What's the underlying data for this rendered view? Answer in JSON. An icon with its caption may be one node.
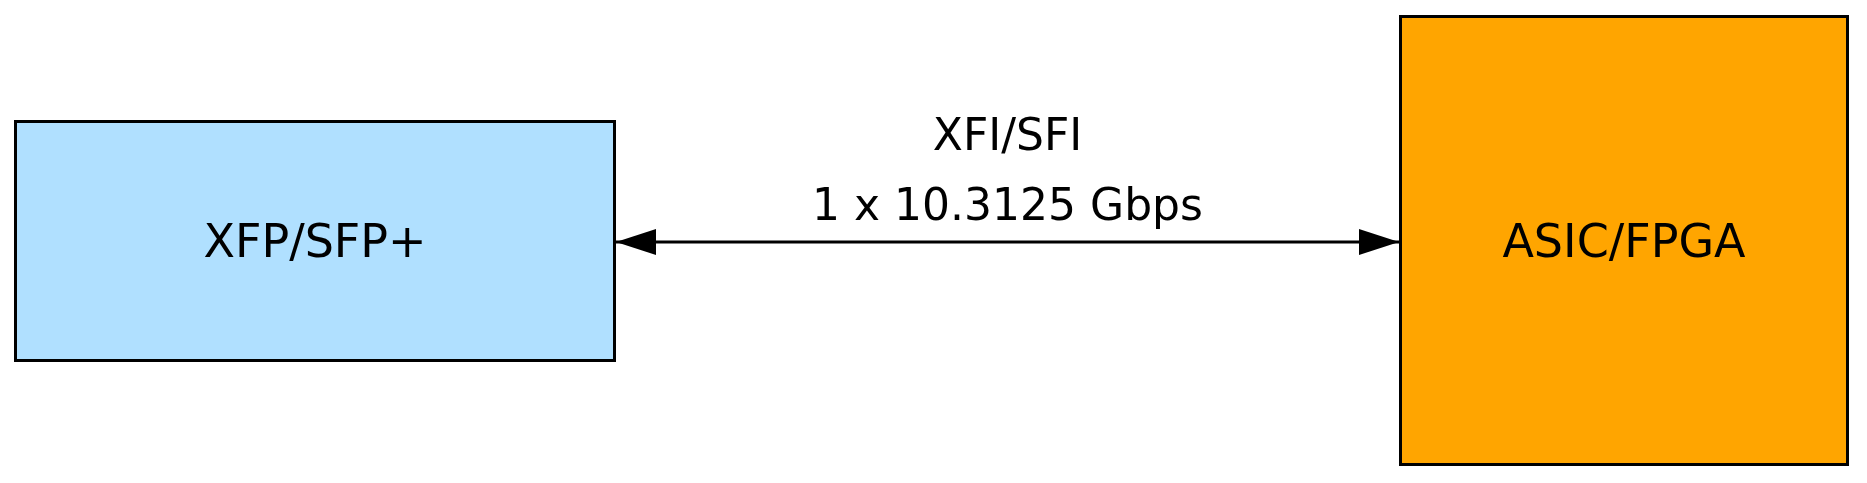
{
  "diagram": {
    "nodes": [
      {
        "text": [
          "XFP/SFP+"
        ]
      },
      {
        "text": [
          "ASIC/FPGA"
        ]
      }
    ],
    "edges": [
      {
        "from": 0,
        "to": 1,
        "arrow": "both",
        "label": "XFI/SFI 1 x 10.3125 Gbps"
      }
    ]
  }
}
